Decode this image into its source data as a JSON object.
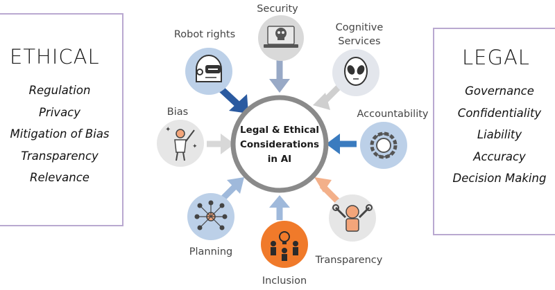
{
  "ethical": {
    "title": "ETHICAL",
    "items": [
      "Regulation",
      "Privacy",
      "Mitigation of Bias",
      "Transparency",
      "Relevance"
    ]
  },
  "legal": {
    "title": "LEGAL",
    "items": [
      "Governance",
      "Confidentiality",
      "Liability",
      "Accuracy",
      "Decision Making"
    ]
  },
  "center": {
    "lines": [
      "Legal & Ethical",
      "Considerations",
      "in AI"
    ]
  },
  "nodes": {
    "security": {
      "label": "Security",
      "icon": "skull-laptop-icon"
    },
    "cognitive": {
      "label_lines": [
        "Cognitive",
        "Services"
      ],
      "icon": "alien-head-icon"
    },
    "accountability": {
      "label": "Accountability",
      "icon": "gear-cycle-icon"
    },
    "transparency": {
      "label": "Transparency",
      "icon": "robot-tools-icon"
    },
    "inclusion": {
      "label": "Inclusion",
      "icon": "people-bulb-icon"
    },
    "planning": {
      "label": "Planning",
      "icon": "network-people-icon"
    },
    "bias": {
      "label": "Bias",
      "icon": "person-sparkle-icon"
    },
    "robot_rights": {
      "label": "Robot rights",
      "icon": "robot-face-icon"
    }
  },
  "colors": {
    "panel_border": "#b9a8d0",
    "center_ring": "#8a8a8a",
    "arrow_blue": "#3a7bbf",
    "arrow_navy": "#2a5aa0",
    "arrow_gray_blue": "#98a9c6",
    "arrow_light_gray": "#cfcfcf",
    "arrow_peach": "#f3b08a",
    "arrow_light_blue": "#9fb9db",
    "inclusion_orange": "#f07a2a"
  }
}
